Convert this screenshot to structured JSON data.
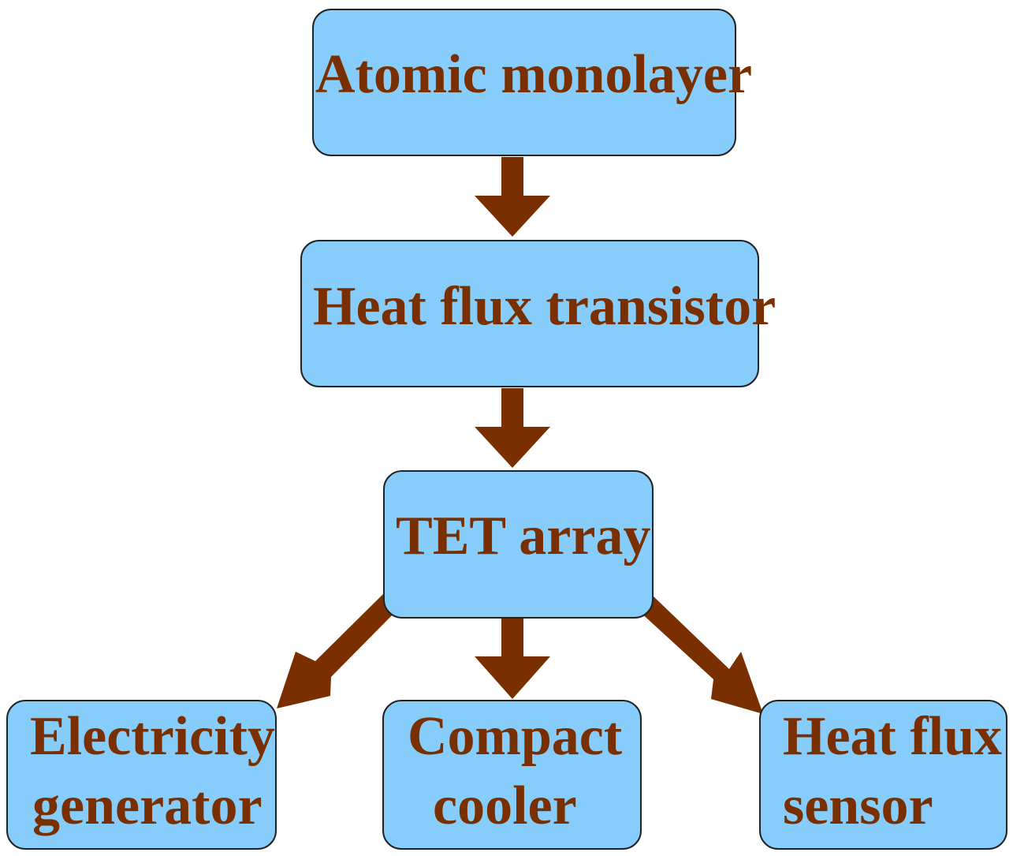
{
  "diagram": {
    "colors": {
      "box_fill": "#87cdfb",
      "box_border": "#222222",
      "text": "#7a2f00",
      "arrow": "#7a2f00",
      "background": "#ffffff"
    },
    "nodes": {
      "atomic_monolayer": {
        "lines": [
          "Atomic monolayer"
        ]
      },
      "heat_flux_transistor": {
        "lines": [
          "Heat flux transistor"
        ]
      },
      "tet_array": {
        "lines": [
          "TET array"
        ]
      },
      "electricity_generator": {
        "lines": [
          "Electricity",
          "generator"
        ]
      },
      "compact_cooler": {
        "lines": [
          "Compact",
          "cooler"
        ]
      },
      "heat_flux_sensor": {
        "lines": [
          "Heat flux",
          "sensor"
        ]
      }
    },
    "edges": [
      {
        "from": "Atomic monolayer",
        "to": "Heat flux transistor"
      },
      {
        "from": "Heat flux transistor",
        "to": "TET array"
      },
      {
        "from": "TET array",
        "to": "Electricity generator"
      },
      {
        "from": "TET array",
        "to": "Compact cooler"
      },
      {
        "from": "TET array",
        "to": "Heat flux sensor"
      }
    ]
  }
}
